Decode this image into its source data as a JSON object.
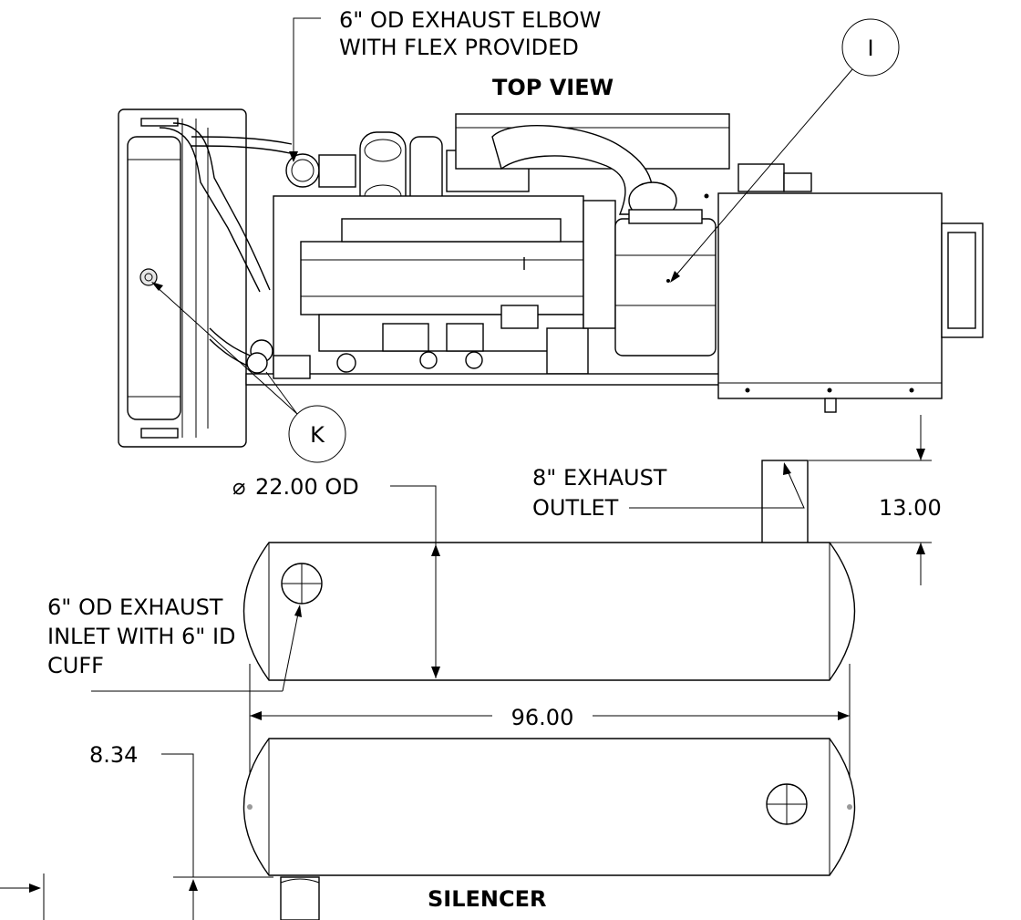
{
  "title_top": "TOP VIEW",
  "title_bottom": "SILENCER",
  "callouts": {
    "exhaust_elbow_1": "6\" OD EXHAUST ELBOW",
    "exhaust_elbow_2": "WITH FLEX PROVIDED",
    "balloon_i": "I",
    "balloon_k": "K",
    "outlet_1": "8\" EXHAUST",
    "outlet_2": "OUTLET",
    "diameter": "22.00 OD",
    "diameter_symbol": "⌀",
    "inlet_1": "6\" OD EXHAUST",
    "inlet_2": "INLET WITH 6\" ID",
    "inlet_3": "CUFF"
  },
  "dimensions": {
    "outlet_height": "13.00",
    "length": "96.00",
    "offset": "8.34"
  }
}
